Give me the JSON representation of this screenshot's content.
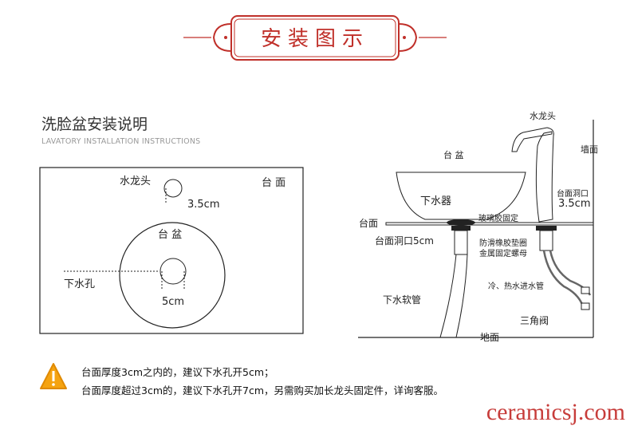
{
  "banner": {
    "title": "安装图示",
    "color": "#c0302a"
  },
  "heading": {
    "title": "洗脸盆安装说明",
    "subtitle": "LAVATORY INSTALLATION INSTRUCTIONS"
  },
  "top_view": {
    "faucet": "水龙头",
    "counter": "台 面",
    "faucet_hole": "3.5cm",
    "basin": "台 盆",
    "drain_hole": "下水孔",
    "drain_size": "5cm"
  },
  "side_view": {
    "faucet": "水龙头",
    "wall": "墙面",
    "basin": "台 盆",
    "drain": "下水器",
    "counter": "台面",
    "faucet_hole": "台面洞口",
    "faucet_hole_size": "3.5cm",
    "glue": "玻璃胶固定",
    "drain_hole": "台面洞口5cm",
    "gasket": "防滑橡胶垫圈",
    "nut": "金属固定螺母",
    "water_pipes": "冷、热水进水管",
    "hose": "下水软管",
    "valve": "三角阀",
    "floor": "地面"
  },
  "notes": [
    "台面厚度3cm之内的，建议下水孔开5cm；",
    "台面厚度超过3cm的，建议下水孔开7cm，另需购买加长龙头固定件，详询客服。"
  ],
  "warning_icon": "warning-icon",
  "watermark": "ceramicsj.com"
}
